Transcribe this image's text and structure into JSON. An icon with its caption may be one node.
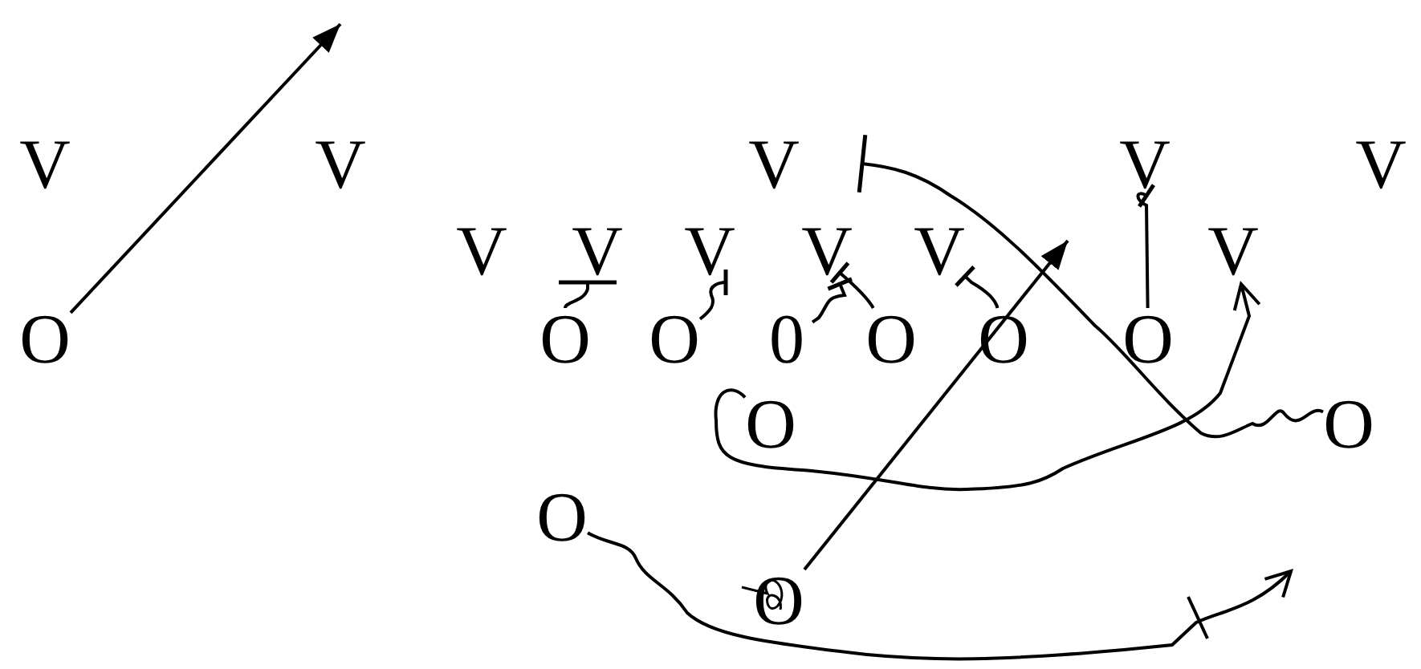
{
  "diagram": {
    "nodes": [
      {
        "text": [
          "V"
        ]
      },
      {
        "text": [
          "V"
        ]
      },
      {
        "text": [
          "V"
        ]
      },
      {
        "text": [
          "V"
        ]
      },
      {
        "text": [
          "V"
        ]
      },
      {
        "text": [
          "V"
        ]
      },
      {
        "text": [
          "V"
        ]
      },
      {
        "text": [
          "V"
        ]
      },
      {
        "text": [
          "V"
        ]
      },
      {
        "text": [
          "V"
        ]
      },
      {
        "text": [
          "V"
        ]
      },
      {
        "text": [
          "O"
        ]
      },
      {
        "text": [
          "O"
        ]
      },
      {
        "text": [
          "O"
        ]
      },
      {
        "text": [
          "0"
        ]
      },
      {
        "text": [
          "O"
        ]
      },
      {
        "text": [
          "O"
        ]
      },
      {
        "text": [
          "O"
        ]
      },
      {
        "text": [
          "O"
        ]
      },
      {
        "text": [
          "O"
        ]
      },
      {
        "text": [
          "O"
        ]
      },
      {
        "text": [
          "O"
        ]
      }
    ],
    "edges": [
      {
        "from": 11,
        "to": null,
        "arrow": "to"
      },
      {
        "from": 12,
        "to": 6,
        "arrow": "other"
      },
      {
        "from": 13,
        "to": 7,
        "arrow": "other"
      },
      {
        "from": 14,
        "to": 8,
        "arrow": "other"
      },
      {
        "from": 15,
        "to": 8,
        "arrow": "other"
      },
      {
        "from": 16,
        "to": 9,
        "arrow": "other"
      },
      {
        "from": 17,
        "to": 3,
        "arrow": "other"
      },
      {
        "from": 19,
        "to": null,
        "arrow": "other"
      },
      {
        "from": 18,
        "to": 10,
        "arrow": "to"
      },
      {
        "from": 20,
        "to": null,
        "arrow": "to"
      },
      {
        "from": 21,
        "to": null,
        "arrow": "to"
      }
    ]
  }
}
